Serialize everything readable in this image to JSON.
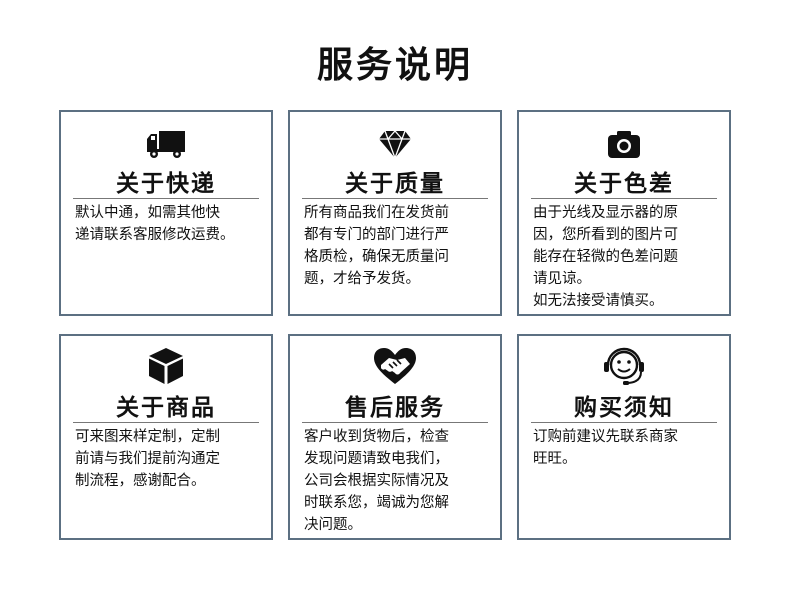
{
  "title": "服务说明",
  "cards": [
    {
      "icon": "truck-icon",
      "title": "关于快递",
      "desc": "默认中通，如需其他快\n递请联系客服修改运费。"
    },
    {
      "icon": "diamond-icon",
      "title": "关于质量",
      "desc": "所有商品我们在发货前\n都有专门的部门进行严\n格质检，确保无质量问\n题，才给予发货。"
    },
    {
      "icon": "camera-icon",
      "title": "关于色差",
      "desc": "由于光线及显示器的原\n因，您所看到的图片可\n能存在轻微的色差问题\n请见谅。\n如无法接受请慎买。"
    },
    {
      "icon": "box-icon",
      "title": "关于商品",
      "desc": "可来图来样定制，定制\n前请与我们提前沟通定\n制流程，感谢配合。"
    },
    {
      "icon": "handshake-icon",
      "title": "售后服务",
      "desc": "客户收到货物后，检查\n发现问题请致电我们，\n公司会根据实际情况及\n时联系您，竭诚为您解\n决问题。"
    },
    {
      "icon": "headset-smiley-icon",
      "title": "购买须知",
      "desc": "订购前建议先联系商家\n旺旺。"
    }
  ],
  "colors": {
    "border": "#5c7082",
    "text": "#111111",
    "icon": "#111111"
  }
}
